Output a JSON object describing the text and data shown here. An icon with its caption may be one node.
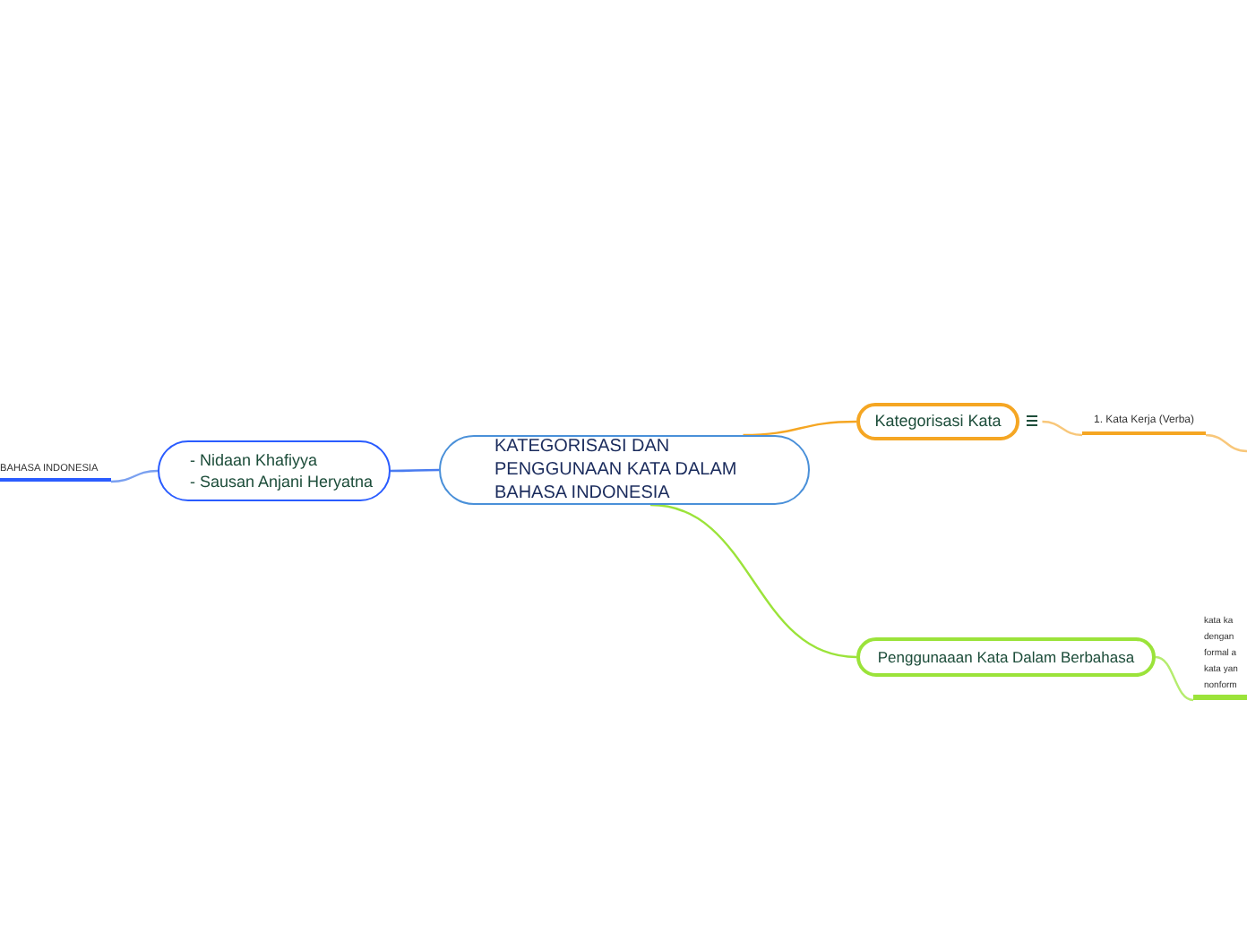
{
  "diagram": {
    "nodes": [
      {
        "text": [
          "KATEGORISASI DAN PENGGUNAAN KATA DALAM BAHASA INDONESIA"
        ]
      },
      {
        "text": [
          "- Nidaan Khafiyya",
          "- Sausan Anjani Heryatna"
        ]
      },
      {
        "text": [
          "BAHASA INDONESIA"
        ]
      },
      {
        "text": [
          "Kategorisasi Kata"
        ]
      },
      {
        "text": [
          "1. Kata Kerja (Verba)"
        ]
      },
      {
        "text": [
          "Penggunaaan Kata Dalam Berbahasa"
        ]
      },
      {
        "text": [
          "kata ka",
          "dengan",
          "formal a",
          "kata yan",
          "nonform"
        ]
      }
    ],
    "edges": [
      {
        "from": 0,
        "to": 1,
        "arrow": "none",
        "color": "#4a7cf0"
      },
      {
        "from": 1,
        "to": 2,
        "arrow": "none",
        "color": "#7aa0f0"
      },
      {
        "from": 0,
        "to": 3,
        "arrow": "none",
        "color": "#f5a623"
      },
      {
        "from": 3,
        "to": 4,
        "arrow": "none",
        "color": "#f8c77a"
      },
      {
        "from": 4,
        "to": null,
        "arrow": "none",
        "color": "#f8c77a"
      },
      {
        "from": 0,
        "to": 5,
        "arrow": "none",
        "color": "#9be33a"
      },
      {
        "from": 5,
        "to": 6,
        "arrow": "none",
        "color": "#b5ec6e"
      }
    ]
  }
}
